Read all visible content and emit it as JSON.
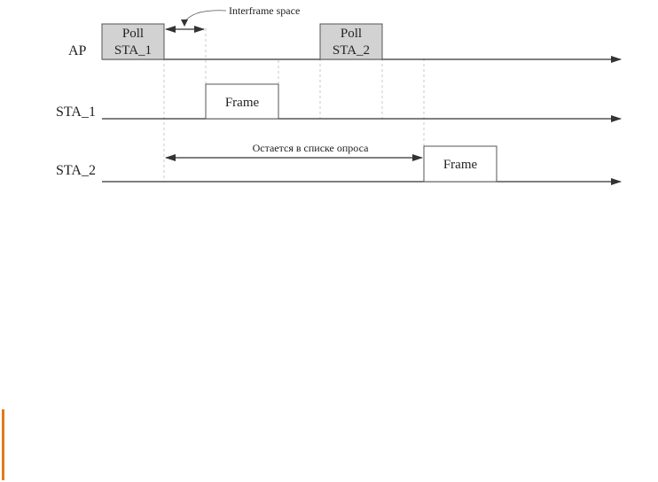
{
  "lanes": {
    "ap": "AP",
    "sta1": "STA_1",
    "sta2": "STA_2"
  },
  "boxes": {
    "poll1": {
      "line1": "Poll",
      "line2": "STA_1"
    },
    "poll2": {
      "line1": "Poll",
      "line2": "STA_2"
    },
    "frame1": "Frame",
    "frame2": "Frame"
  },
  "annotations": {
    "interframe_space": "Interframe space",
    "poll_list": "Остается в списке опроса"
  },
  "colors": {
    "poll_fill": "#d2d2d2",
    "frame_fill": "#ffffff",
    "line": "#333333",
    "guide": "#c8c8c8",
    "side_marker": "#e07b1a"
  }
}
